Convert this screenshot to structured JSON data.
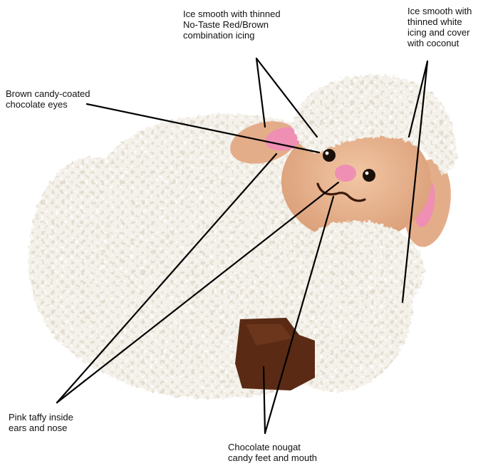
{
  "annotations": {
    "face_icing": "Ice smooth with thinned\nNo-Taste Red/Brown\ncombination icing",
    "white_icing": "Ice smooth with\nthinned white\nicing and cover\nwith coconut",
    "eyes": "Brown candy-coated\nchocolate eyes",
    "pink_taffy": "Pink taffy inside\nears and nose",
    "nougat": "Chocolate nougat\ncandy feet and mouth"
  },
  "colors": {
    "fleece": "#f4f1ea",
    "fleece_shadow": "#ddd6c8",
    "face": "#e9b48f",
    "face_shadow": "#d89a73",
    "pink": "#ef8fb3",
    "feet": "#5a2a14",
    "eye": "#1b0f0a",
    "line": "#000000"
  }
}
